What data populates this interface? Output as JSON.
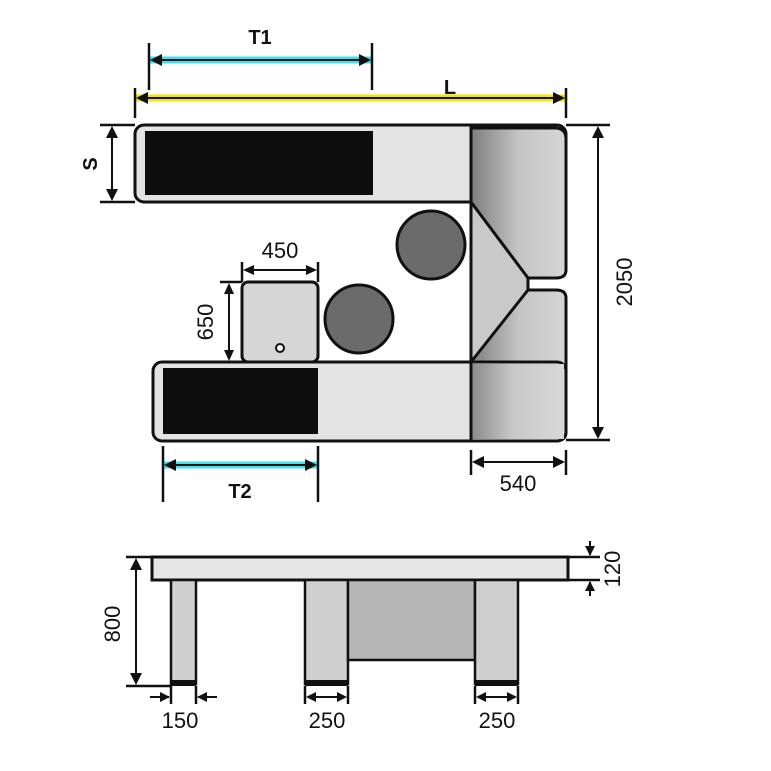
{
  "plan": {
    "labels": {
      "t1": "T1",
      "l": "L",
      "s": "S",
      "w450": "450",
      "h650": "650",
      "h2050": "2050",
      "w540": "540",
      "t2": "T2"
    }
  },
  "elevation": {
    "labels": {
      "h800": "800",
      "h120": "120",
      "w150": "150",
      "w250a": "250",
      "w250b": "250"
    }
  },
  "colors": {
    "highlight_l": "#f5e400",
    "highlight_t": "#3fe0f0",
    "belt": "#0d0d0d",
    "surface": "#e3e3e3",
    "roller_zone": "#9a9a9a",
    "bin": "#6b6b6b",
    "cabinet": "#d6d6d6"
  }
}
